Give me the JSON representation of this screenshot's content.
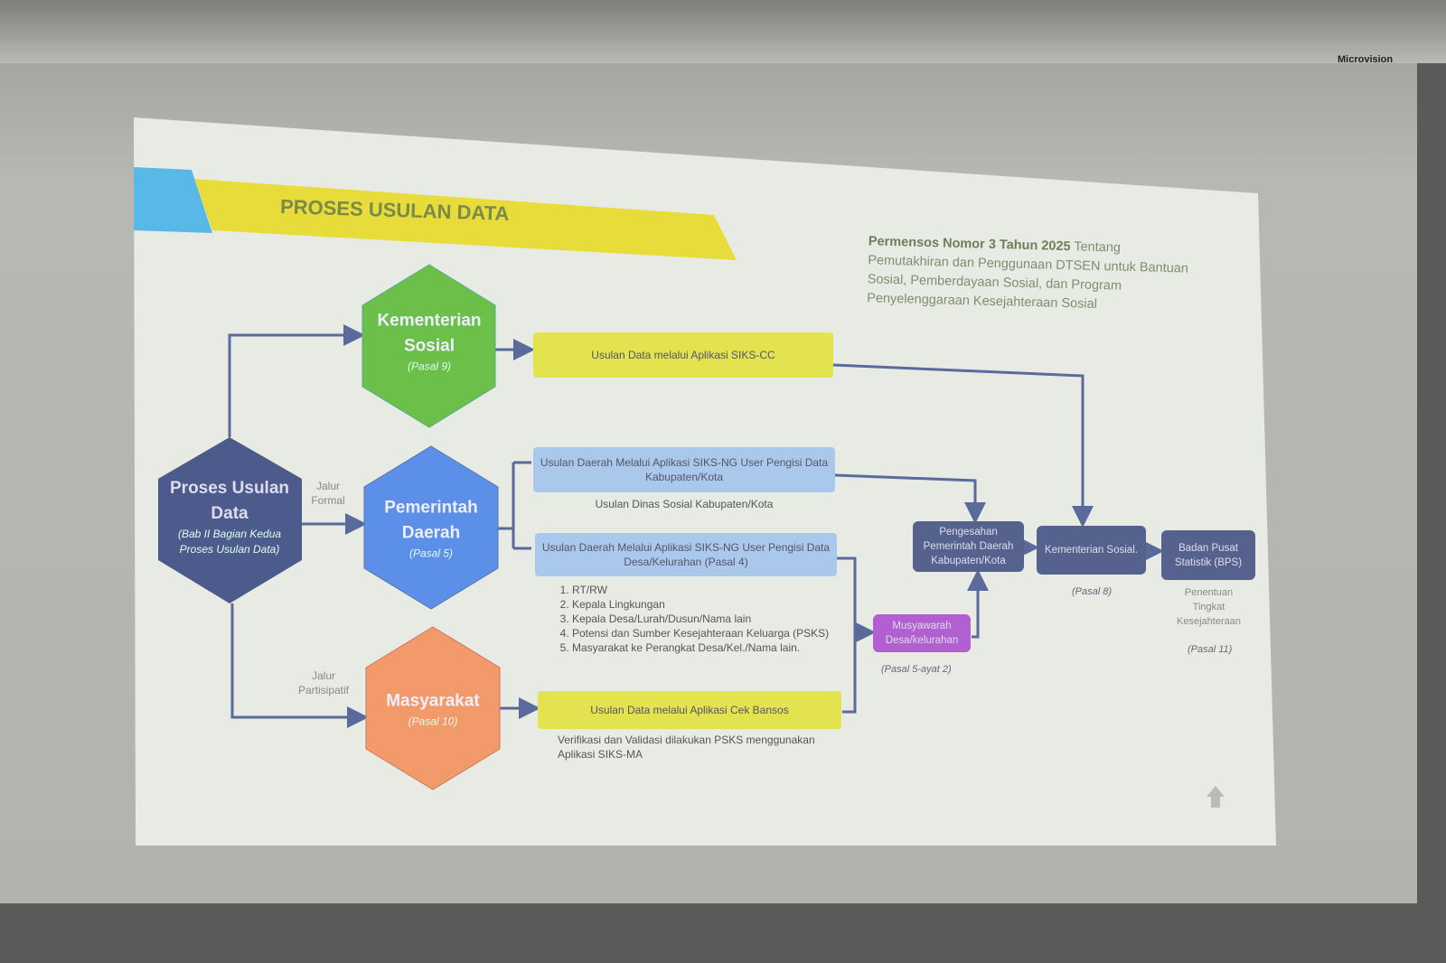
{
  "brand": "Microvision",
  "title": "PROSES USULAN DATA",
  "law": {
    "bold": "Permensos Nomor 3 Tahun 2025",
    "rest": " Tentang Pemutakhiran dan Penggunaan DTSEN untuk Bantuan Sosial, Pemberdayaan Sosial, dan Program Penyelenggaraan Kesejahteraan Sosial"
  },
  "hexes": {
    "proses": {
      "title": "Proses Usulan Data",
      "sub": "(Bab II Bagian Kedua Proses Usulan Data)"
    },
    "kemensos": {
      "title": "Kementerian Sosial",
      "sub": "(Pasal 9)"
    },
    "pemda": {
      "title": "Pemerintah Daerah",
      "sub": "(Pasal 5)"
    },
    "masyarakat": {
      "title": "Masyarakat",
      "sub": "(Pasal 10)"
    }
  },
  "paths": {
    "formal": "Jalur Formal",
    "partisipatif": "Jalur Partisipatif"
  },
  "boxes": {
    "siks_cc": "Usulan Data melalui Aplikasi SIKS-CC",
    "siks_ng_kab": "Usulan Daerah Melalui Aplikasi SIKS-NG User Pengisi Data Kabupaten/Kota",
    "dinsos": "Usulan Dinas Sosial Kabupaten/Kota",
    "siks_ng_desa": "Usulan Daerah Melalui Aplikasi SIKS-NG User Pengisi Data Desa/Kelurahan (Pasal 4)",
    "cek_bansos": "Usulan Data melalui Aplikasi Cek Bansos",
    "verifikasi": "Verifikasi dan Validasi dilakukan PSKS menggunakan Aplikasi SIKS-MA",
    "pengesahan": "Pengesahan Pemerintah Daerah Kabupaten/Kota",
    "kemensos2": "Kementerian Sosial.",
    "bps": "Badan Pusat Statistik (BPS)",
    "musyawarah": "Musyawarah Desa/kelurahan"
  },
  "list": [
    "RT/RW",
    "Kepala Lingkungan",
    "Kepala Desa/Lurah/Dusun/Nama lain",
    "Potensi dan Sumber Kesejahteraan Keluarga (PSKS)",
    "Masyarakat ke Perangkat Desa/Kel./Nama lain."
  ],
  "refs": {
    "musyawarah": "(Pasal 5-ayat 2)",
    "kemensos": "(Pasal 8)",
    "bps_note": "Penentuan Tingkat Kesejahteraan",
    "bps": "(Pasal 11)"
  },
  "colors": {
    "green": "#6cc04a",
    "blue": "#5b8fe8",
    "orange": "#f29a6a",
    "slate": "#4d5b8c",
    "yellow": "#e6e24a",
    "lightblue": "#aac8ec",
    "purple": "#b25fd2"
  }
}
